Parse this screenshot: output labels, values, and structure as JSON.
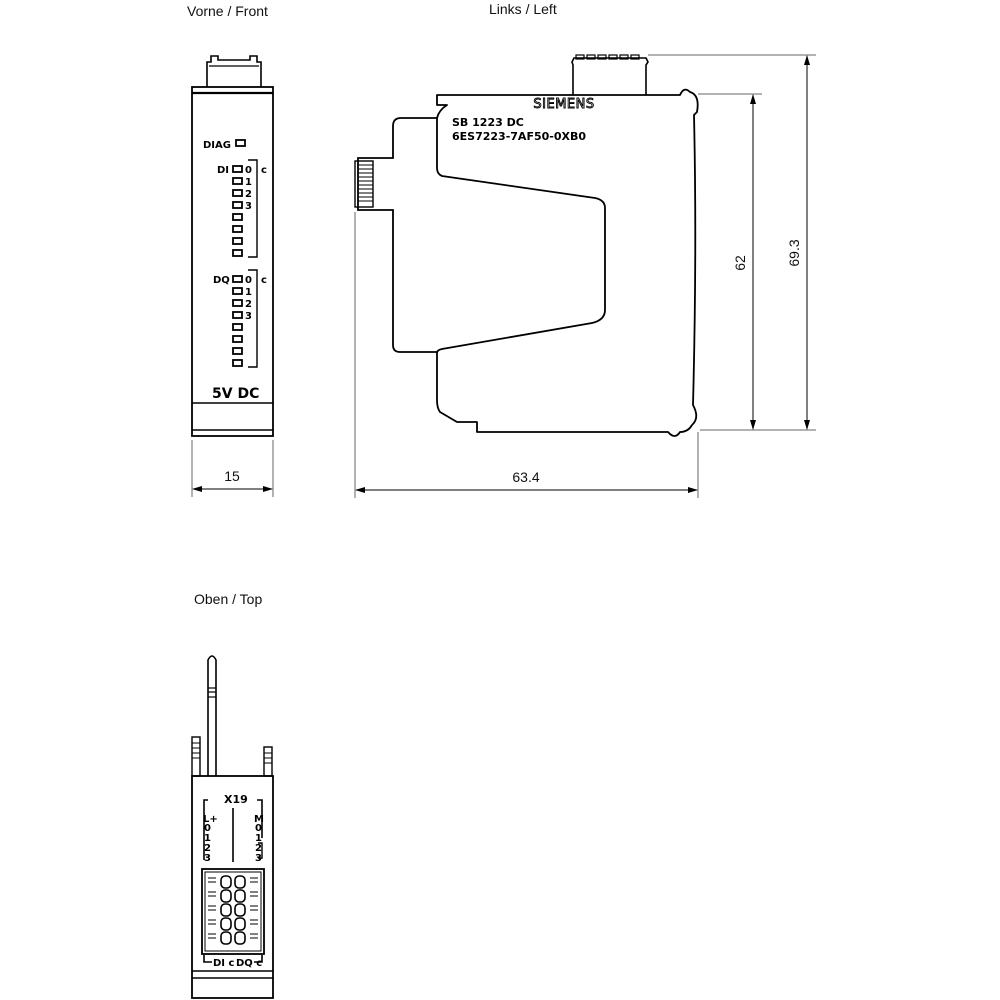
{
  "views": {
    "front": {
      "title": "Vorne / Front"
    },
    "left": {
      "title": "Links / Left"
    },
    "top": {
      "title": "Oben / Top"
    }
  },
  "front_panel": {
    "diag_label": "DIAG",
    "di_label": "DI",
    "dq_label": "DQ",
    "common_label": "c",
    "channel_numbers": [
      "0",
      "1",
      "2",
      "3"
    ],
    "power_label": "5V DC"
  },
  "side_label": {
    "brand": "SIEMENS",
    "model": "SB 1223 DC",
    "order_number": "6ES7223-7AF50-0XB0"
  },
  "top_panel": {
    "connector": "X19",
    "left_terminals": [
      "L+",
      "0",
      "1",
      "2",
      "3"
    ],
    "right_terminals": [
      "M",
      "0",
      "1",
      "2",
      "3"
    ],
    "bottom_left": "DI c",
    "bottom_right": "DQ c"
  },
  "dimensions": {
    "front_width": "15",
    "depth": "63.4",
    "height_body": "62",
    "height_total": "69.3"
  }
}
